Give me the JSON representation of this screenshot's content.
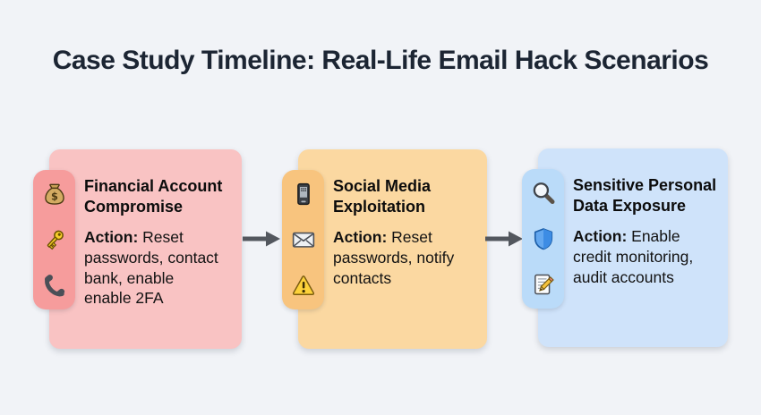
{
  "page": {
    "background_color": "#f1f3f7",
    "title": "Case Study Timeline: Real-Life Email Hack Scenarios",
    "title_color": "#1c2533"
  },
  "arrow": {
    "color": "#53575e"
  },
  "cards": [
    {
      "title": "Financial Account\nCompromise",
      "action_label": "Action:",
      "action_text": "Reset\npasswords, contact\nbank, enable\nenable 2FA",
      "card_color": "#f9c3c3",
      "strip_color": "#f69c9c",
      "icons": [
        "money-bag-icon",
        "key-icon",
        "phone-receiver-icon"
      ]
    },
    {
      "title": "Social Media\nExploitation",
      "action_label": "Action:",
      "action_text": "Reset\npasswords, notify\ncontacts",
      "card_color": "#fbd8a1",
      "strip_color": "#f8c47e",
      "icons": [
        "mobile-phone-icon",
        "envelope-icon",
        "warning-icon"
      ]
    },
    {
      "title": "Sensitive Personal\nData Exposure",
      "action_label": "Action:",
      "action_text": "Enable\ncredit monitoring,\naudit accounts",
      "card_color": "#cfe3fa",
      "strip_color": "#badbf9",
      "icons": [
        "magnifier-icon",
        "shield-icon",
        "memo-pencil-icon"
      ]
    }
  ]
}
